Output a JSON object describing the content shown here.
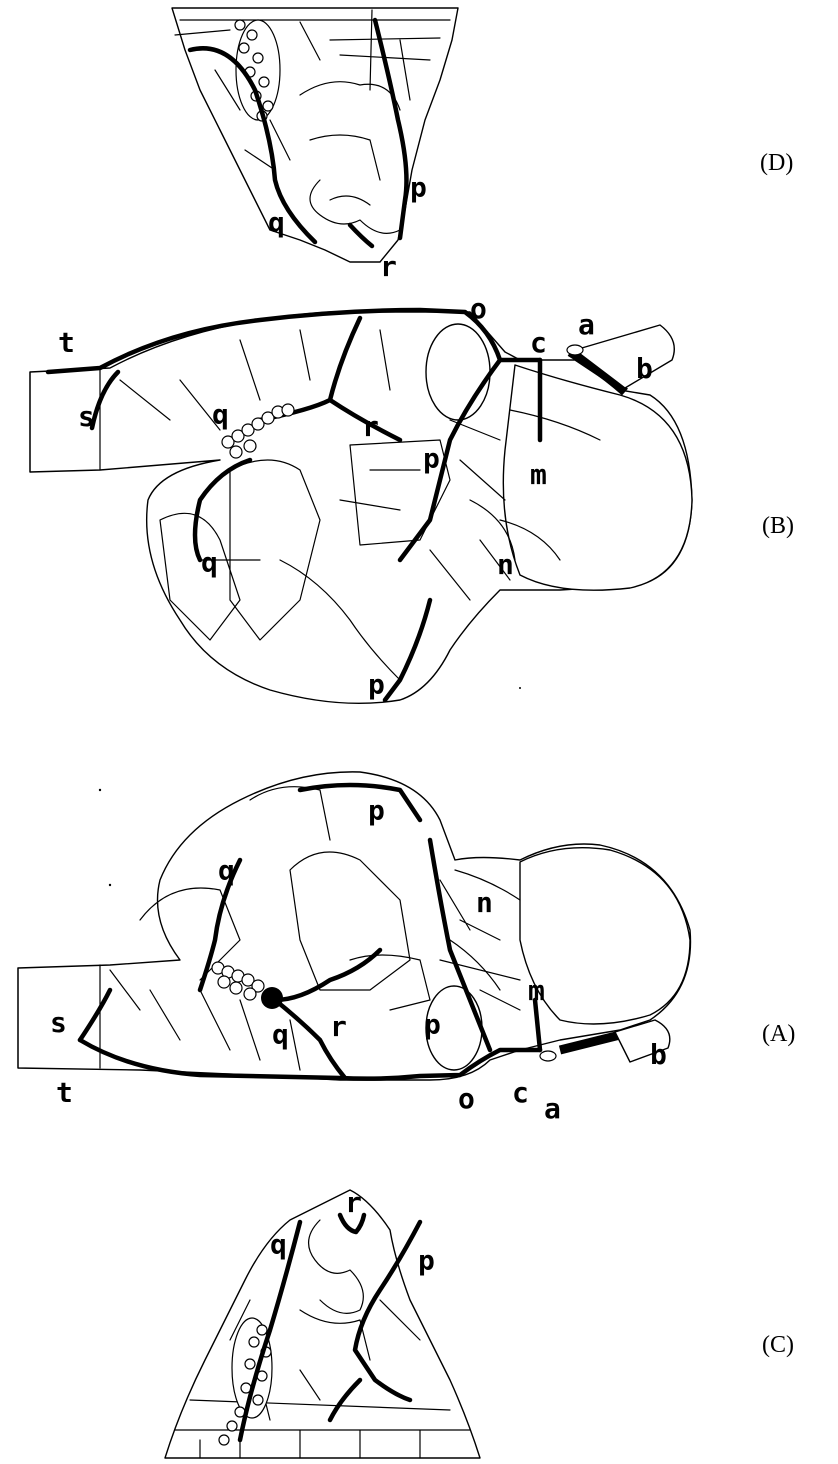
{
  "panels": [
    {
      "id": "D",
      "caption": "(D)",
      "labels": [
        "q",
        "p",
        "r"
      ]
    },
    {
      "id": "B",
      "caption": "(B)",
      "labels": [
        "t",
        "s",
        "q",
        "r",
        "o",
        "c",
        "a",
        "b",
        "p",
        "m",
        "q",
        "n",
        "p"
      ]
    },
    {
      "id": "A",
      "caption": "(A)",
      "labels": [
        "p",
        "q",
        "n",
        "m",
        "s",
        "p",
        "q",
        "r",
        "b",
        "t",
        "c",
        "a",
        "o"
      ]
    },
    {
      "id": "C",
      "caption": "(C)",
      "labels": [
        "r",
        "q",
        "p"
      ]
    }
  ]
}
